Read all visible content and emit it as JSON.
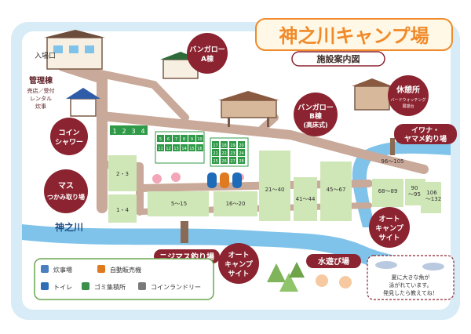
{
  "title": "神之川キャンプ場",
  "subtitle": "施設案内図",
  "entrance": "入場口",
  "management": {
    "title": "管理棟",
    "line1": "売店／受付",
    "line2": "レンタル",
    "line3": "炊事"
  },
  "coin_shower": {
    "line1": "コイン",
    "line2": "シャワー"
  },
  "bungalow_a": {
    "line1": "バンガロー",
    "line2": "A棟"
  },
  "bungalow_b": {
    "line1": "バンガロー",
    "line2": "B棟",
    "line3": "(高床式)"
  },
  "rest_area": {
    "title": "休憩所",
    "line1": "バードウォッチング",
    "line2": "展望台"
  },
  "iwana": {
    "line1": "イワナ・",
    "line2": "ヤマメ釣り場"
  },
  "masu": {
    "line1": "マス",
    "line2": "つかみ取り場"
  },
  "river": "神之川",
  "nijimasu": "ニジマス釣り場",
  "auto_camp": {
    "line1": "オート",
    "line2": "キャンプ",
    "line3": "サイト"
  },
  "mizuasobi": "水遊び場",
  "fish_note": {
    "line1": "夏に大きな魚が",
    "line2": "泳がれています。",
    "line3": "発見したら教えてね！"
  },
  "bungalow_numbers": [
    "1",
    "2",
    "3",
    "4"
  ],
  "bungalow_b_grid": [
    "5",
    "6",
    "7",
    "8",
    "9",
    "10",
    "11",
    "12",
    "13",
    "14",
    "15",
    "16",
    "17",
    "18",
    "19",
    "20",
    "21",
    "22",
    "23",
    "24",
    "25",
    "26",
    "27",
    "28"
  ],
  "sites": {
    "s1": "1・4",
    "s2": "2・3",
    "s3": "5～15",
    "s4": "16～20",
    "s5": "21～40",
    "s6": "41～44",
    "s7": "45～67",
    "s8": "68～89",
    "s9": "90",
    "s10": "～95",
    "s11": "96～105",
    "s12": "106",
    "s13": "～132"
  },
  "legend": {
    "kitchen": "炊事場",
    "vending": "自動販売機",
    "toilet": "トイレ",
    "garbage": "ゴミ集積所",
    "laundry": "コインランドリー"
  },
  "colors": {
    "frame": "#d7ecf7",
    "road": "#c9a999",
    "site_green": "#cfe6b6",
    "river": "#7fc3ea",
    "label_maroon": "#8b2430",
    "title_orange": "#f08a2a"
  }
}
